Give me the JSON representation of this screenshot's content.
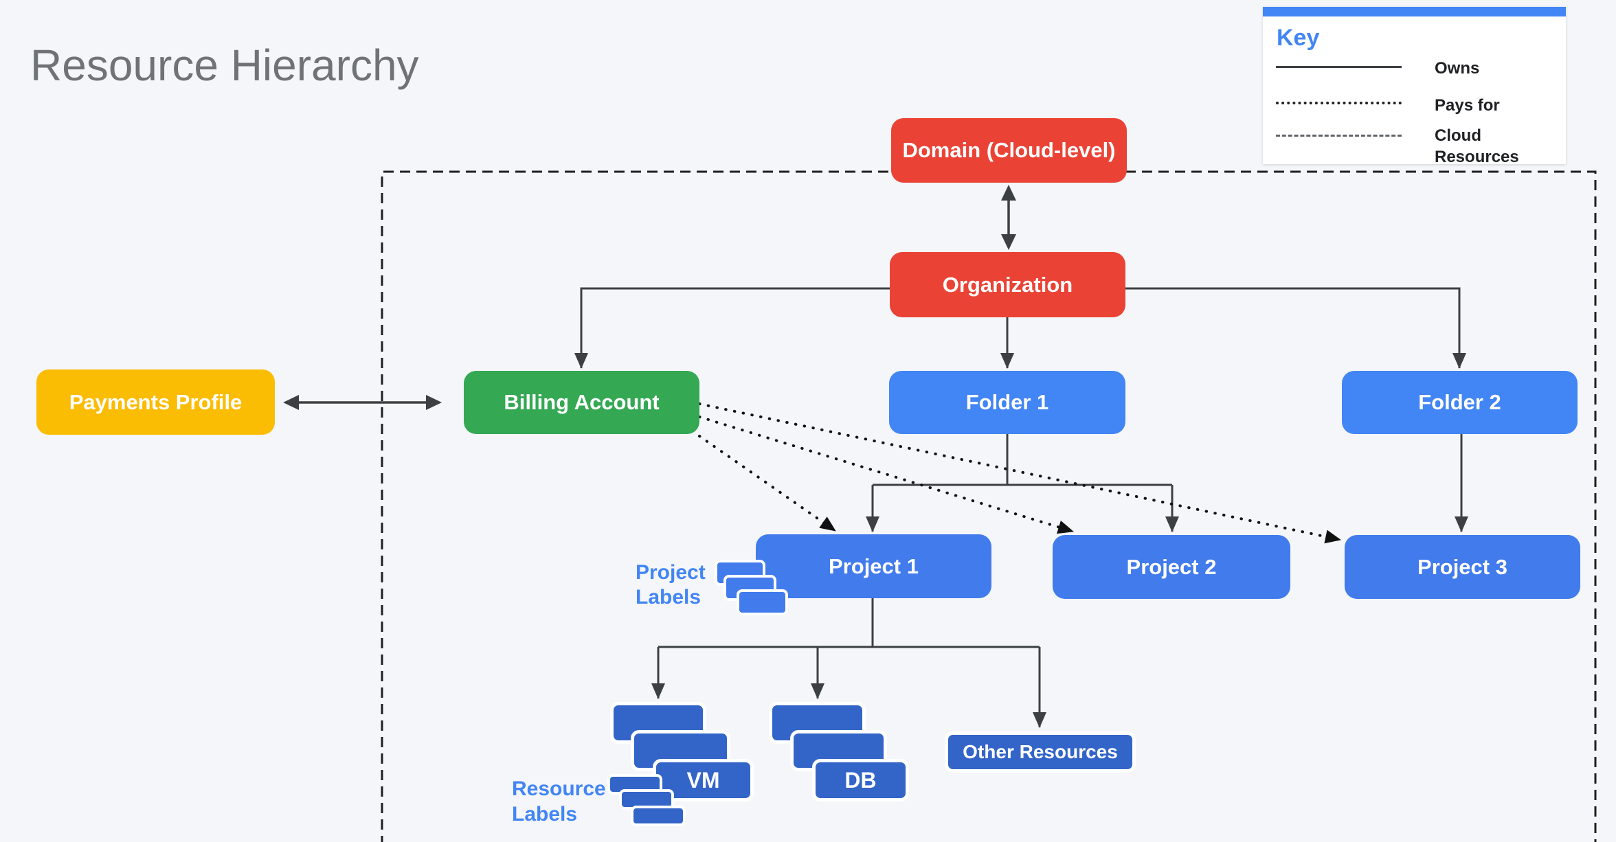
{
  "title": "Resource Hierarchy",
  "key": {
    "heading": "Key",
    "items": [
      {
        "style": "solid",
        "label": "Owns"
      },
      {
        "style": "dotted",
        "label": "Pays for"
      },
      {
        "style": "dashed",
        "label": "Cloud\nResources"
      }
    ]
  },
  "nodes": {
    "domain": {
      "label": "Domain (Cloud-level)"
    },
    "organization": {
      "label": "Organization"
    },
    "payments": {
      "label": "Payments Profile"
    },
    "billing": {
      "label": "Billing Account"
    },
    "folder1": {
      "label": "Folder 1"
    },
    "folder2": {
      "label": "Folder 2"
    },
    "project1": {
      "label": "Project 1"
    },
    "project2": {
      "label": "Project 2"
    },
    "project3": {
      "label": "Project 3"
    },
    "vm": {
      "label": "VM"
    },
    "db": {
      "label": "DB"
    },
    "other": {
      "label": "Other Resources"
    }
  },
  "annotations": {
    "project_labels": "Project\nLabels",
    "resource_labels": "Resource\nLabels"
  },
  "colors": {
    "bg": "#F4F6F9",
    "red": "#EA4335",
    "green": "#34A853",
    "yellow": "#FBBC04",
    "blue": "#4285F4",
    "projblue": "#417BEC",
    "resblue": "#3365C8",
    "line": "#3C4043",
    "ink": "#1F1F1F",
    "titlegray": "#6F7377"
  }
}
